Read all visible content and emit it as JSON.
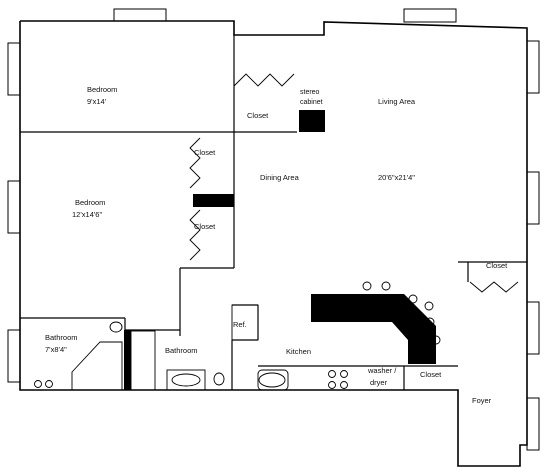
{
  "floor_plan": {
    "rooms": {
      "bedroom_top": {
        "name": "Bedroom",
        "size": "9'x14'"
      },
      "bedroom_left": {
        "name": "Bedroom",
        "size": "12'x14'6\""
      },
      "bathroom_small": {
        "name": "Bathroom",
        "size": "7'x8'4\""
      },
      "bathroom_main": {
        "name": "Bathroom"
      },
      "living_area": {
        "name": "Living Area",
        "size": "20'6\"x21'4\""
      },
      "dining_area": {
        "name": "Dining Area"
      },
      "kitchen": {
        "name": "Kitchen"
      },
      "foyer": {
        "name": "Foyer"
      }
    },
    "fixtures": {
      "closet_top": "Closet",
      "stereo_cabinet": [
        "stereo",
        "cabinet"
      ],
      "closet_upper_left": "Closet",
      "closet_lower_left": "Closet",
      "closet_right": "Closet",
      "closet_foyer": "Closet",
      "refrigerator": "Ref.",
      "washer_dryer": [
        "washer /",
        "dryer"
      ]
    }
  }
}
